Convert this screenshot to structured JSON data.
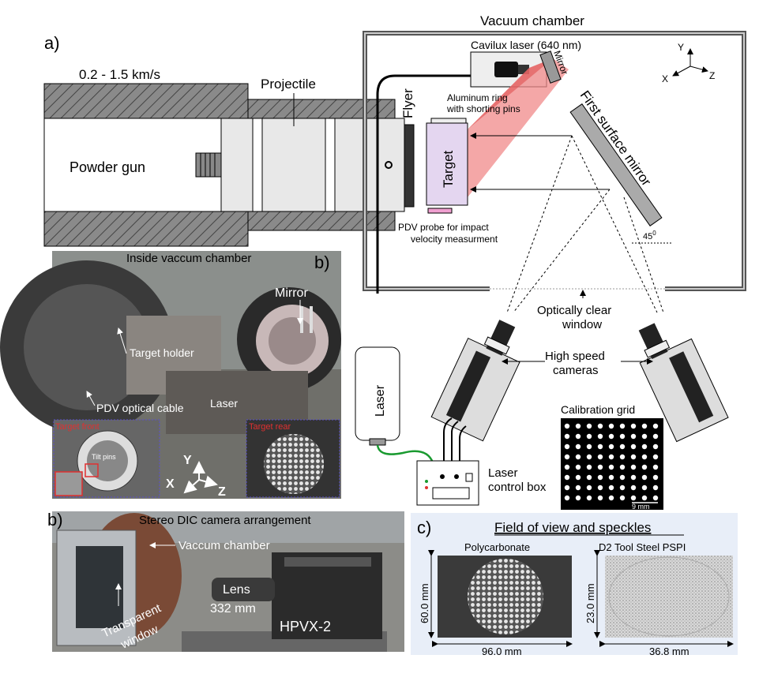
{
  "panel_a": {
    "label": "a)",
    "speed": "0.2 - 1.5 km/s",
    "projectile": "Projectile",
    "powder_gun": "Powder gun",
    "flyer": "Flyer",
    "vacuum_chamber": "Vacuum chamber",
    "cavilux": "Cavilux laser (640 nm)",
    "mirror": "Mirror",
    "aluminum_ring_1": "Aluminum ring",
    "aluminum_ring_2": "with shorting pins",
    "target": "Target",
    "first_surface_mirror": "First surface mirror",
    "angle": "45",
    "angle_sup": "0",
    "pdv_1": "PDV probe for impact",
    "pdv_2": "velocity measurment",
    "optically_clear_1": "Optically clear",
    "optically_clear_2": "window",
    "hs_cam_1": "High speed",
    "hs_cam_2": "cameras",
    "laser": "Laser",
    "laser_cb_1": "Laser",
    "laser_cb_2": "control box",
    "calib_title": "Calibration grid",
    "calib_scale": "9 mm",
    "axis_x": "X",
    "axis_y": "Y",
    "axis_z": "Z"
  },
  "panel_b1": {
    "label": "b)",
    "title": "Inside vaccum chamber",
    "mirror": "Mirror",
    "target_holder": "Target holder",
    "pdv_cable": "PDV optical cable",
    "laser": "Laser",
    "target_front": "Target front",
    "target_rear": "Target rear",
    "tilt_pins": "Tilt pins",
    "axis_x": "X",
    "axis_y": "Y",
    "axis_z": "Z"
  },
  "panel_b2": {
    "label": "b)",
    "title": "Stereo DIC camera arrangement",
    "vaccum_chamber": "Vaccum chamber",
    "lens": "Lens",
    "lens_mm": "332 mm",
    "hpvx": "HPVX-2",
    "transparent_1": "Transparent",
    "transparent_2": "window"
  },
  "panel_c": {
    "label": "c)",
    "title": "Field of view and speckles",
    "poly": "Polycarbonate",
    "d2": "D2 Tool Steel PSPI",
    "poly_h": "60.0 mm",
    "poly_w": "96.0 mm",
    "d2_h": "23.0 mm",
    "d2_w": "36.8 mm"
  },
  "colors": {
    "laser_beam": "#f08a8a",
    "target_fill": "#e4d6f0",
    "box_border_red": "#e03030",
    "box_border_blue": "#5a4fd0",
    "cable_green": "#1a9a30",
    "panel_c_bg": "#e8eef8"
  }
}
